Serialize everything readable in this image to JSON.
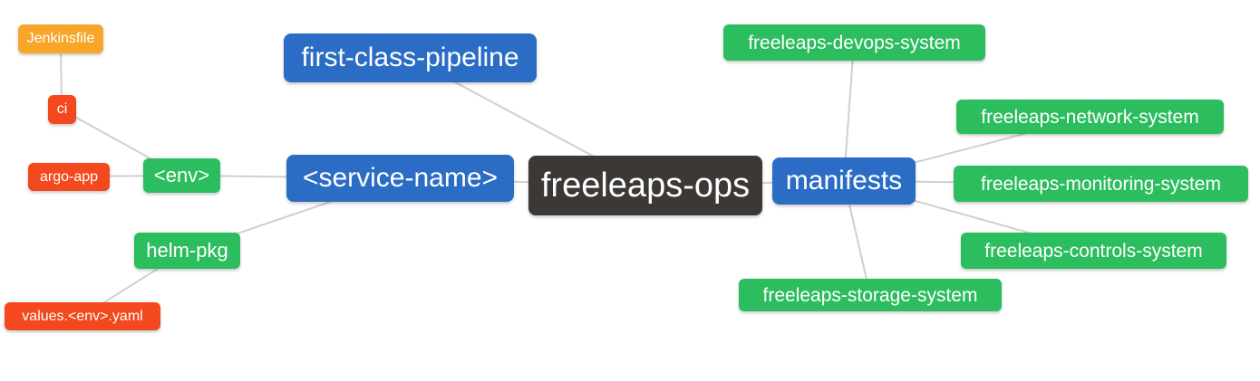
{
  "diagram": {
    "type": "mindmap",
    "root_label": "freeleaps-ops"
  },
  "palette": {
    "root_bg": "#3b3836",
    "level1_bg": "#2b6cc4",
    "level2_bg": "#2cbd5e",
    "level3_bg": "#f4491e",
    "level4_bg": "#f8a62a",
    "node_text": "#ffffff",
    "edge_line": "#cfcfcf",
    "background": "#ffffff"
  },
  "nodes": {
    "freeleaps_ops": {
      "label": "freeleaps-ops",
      "level": "root",
      "parent": null
    },
    "first_class_pipeline": {
      "label": "first-class-pipeline",
      "level": 1,
      "parent": "freeleaps-ops"
    },
    "service_name": {
      "label": "<service-name>",
      "level": 1,
      "parent": "freeleaps-ops"
    },
    "manifests": {
      "label": "manifests",
      "level": 1,
      "parent": "freeleaps-ops"
    },
    "env": {
      "label": "<env>",
      "level": 2,
      "parent": "<service-name>"
    },
    "helm_pkg": {
      "label": "helm-pkg",
      "level": 2,
      "parent": "<service-name>"
    },
    "ci": {
      "label": "ci",
      "level": 3,
      "parent": "<env>"
    },
    "argo_app": {
      "label": "argo-app",
      "level": 3,
      "parent": "<env>"
    },
    "jenkinsfile": {
      "label": "Jenkinsfile",
      "level": 4,
      "parent": "ci"
    },
    "values_env_yaml": {
      "label": "values.<env>.yaml",
      "level": 3,
      "parent": "helm-pkg"
    },
    "devops_system": {
      "label": "freeleaps-devops-system",
      "level": 2,
      "parent": "manifests"
    },
    "network_system": {
      "label": "freeleaps-network-system",
      "level": 2,
      "parent": "manifests"
    },
    "monitoring_system": {
      "label": "freeleaps-monitoring-system",
      "level": 2,
      "parent": "manifests"
    },
    "controls_system": {
      "label": "freeleaps-controls-system",
      "level": 2,
      "parent": "manifests"
    },
    "storage_system": {
      "label": "freeleaps-storage-system",
      "level": 2,
      "parent": "manifests"
    }
  }
}
